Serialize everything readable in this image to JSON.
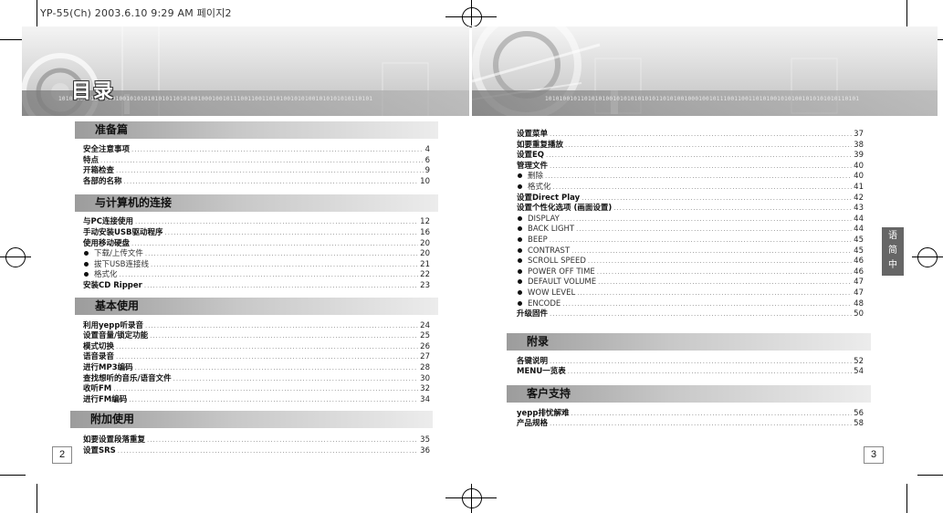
{
  "slug": "YP-55(Ch)  2003.6.10 9:29 AM 페이지2",
  "title": "目录",
  "binary_text": "1010100101101010100101010101010110101001000100101110011001101010010101001010101010110101",
  "page_left": "2",
  "page_right": "3",
  "side_tab": [
    "语",
    "简",
    "中"
  ],
  "left": {
    "sections": [
      {
        "title": "准备篇",
        "items": [
          {
            "label": "安全注意事项",
            "page": "4"
          },
          {
            "label": "特点",
            "page": "6"
          },
          {
            "label": "开箱检查",
            "page": "9"
          },
          {
            "label": "各部的名称",
            "page": "10"
          }
        ]
      },
      {
        "title": "与计算机的连接",
        "items": [
          {
            "label": "与PC连接使用",
            "page": "12"
          },
          {
            "label": "手动安装USB驱动程序",
            "page": "16"
          },
          {
            "label": "使用移动硬盘",
            "page": "20"
          },
          {
            "label": "下载/上传文件",
            "page": "20",
            "sub": true
          },
          {
            "label": "拔下USB连接线",
            "page": "21",
            "sub": true
          },
          {
            "label": "格式化",
            "page": "22",
            "sub": true
          },
          {
            "label": "安装CD Ripper",
            "page": "23"
          }
        ]
      },
      {
        "title": "基本使用",
        "items": [
          {
            "label": "利用yepp听录音",
            "page": "24"
          },
          {
            "label": "设置音量/锁定功能",
            "page": "25"
          },
          {
            "label": "模式切换",
            "page": "26"
          },
          {
            "label": "语音录音",
            "page": "27"
          },
          {
            "label": "进行MP3编码",
            "page": "28"
          },
          {
            "label": "查找想听的音乐/语音文件",
            "page": "30"
          },
          {
            "label": "收听FM",
            "page": "32"
          },
          {
            "label": "进行FM编码",
            "page": "34"
          }
        ]
      },
      {
        "title": "附加使用",
        "items": [
          {
            "label": "如要设置段落重复",
            "page": "35"
          },
          {
            "label": "设置SRS",
            "page": "36"
          }
        ]
      }
    ]
  },
  "right": {
    "items": [
      {
        "label": "设置菜单",
        "page": "37"
      },
      {
        "label": "如要重复播放",
        "page": "38"
      },
      {
        "label": "设置EQ",
        "page": "39"
      },
      {
        "label": "管理文件",
        "page": "40"
      },
      {
        "label": "删除",
        "page": "40",
        "sub": true
      },
      {
        "label": "格式化",
        "page": "41",
        "sub": true
      },
      {
        "label": "设置Direct Play",
        "page": "42"
      },
      {
        "label": "设置个性化选项 (画面设置)",
        "page": "43"
      },
      {
        "label": "DISPLAY",
        "page": "44",
        "sub": true
      },
      {
        "label": "BACK LIGHT",
        "page": "44",
        "sub": true
      },
      {
        "label": "BEEP",
        "page": "45",
        "sub": true
      },
      {
        "label": "CONTRAST",
        "page": "45",
        "sub": true
      },
      {
        "label": "SCROLL SPEED",
        "page": "46",
        "sub": true
      },
      {
        "label": "POWER OFF TIME",
        "page": "46",
        "sub": true
      },
      {
        "label": "DEFAULT VOLUME",
        "page": "47",
        "sub": true
      },
      {
        "label": "WOW LEVEL",
        "page": "47",
        "sub": true
      },
      {
        "label": "ENCODE",
        "page": "48",
        "sub": true
      },
      {
        "label": "升级固件",
        "page": "50"
      }
    ],
    "sections": [
      {
        "title": "附录",
        "items": [
          {
            "label": "各键说明",
            "page": "52"
          },
          {
            "label": "MENU一览表",
            "page": "54"
          }
        ]
      },
      {
        "title": "客户支持",
        "items": [
          {
            "label": "yepp排忧解难",
            "page": "56"
          },
          {
            "label": "产品规格",
            "page": "58"
          }
        ]
      }
    ]
  }
}
